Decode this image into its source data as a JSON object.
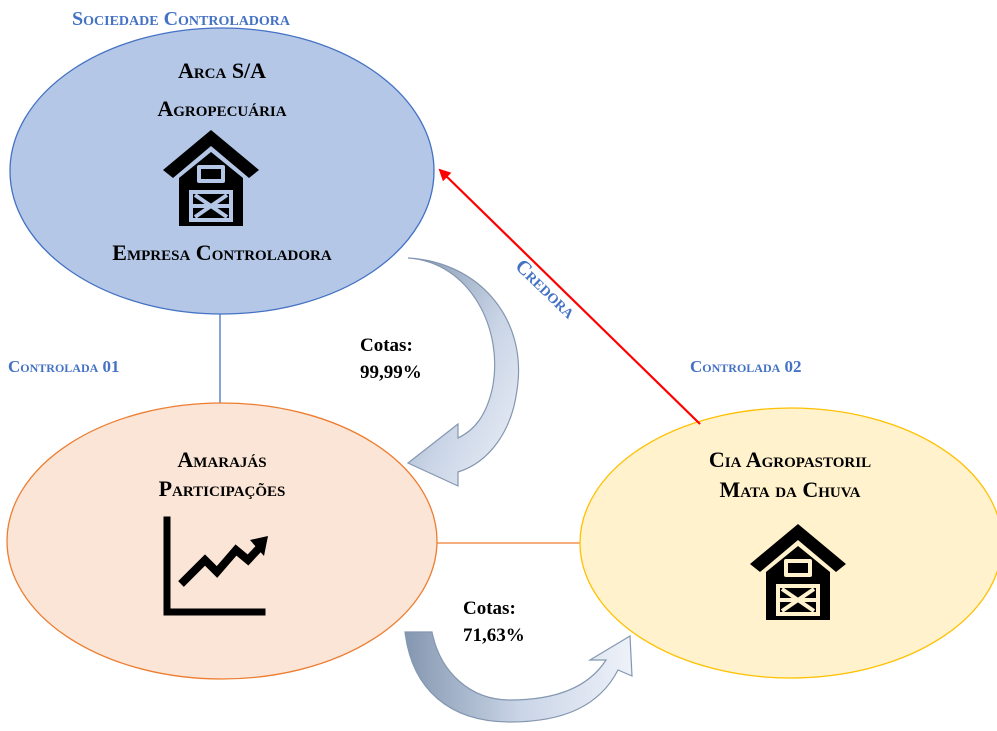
{
  "header": {
    "title": "Sociedade Controladora"
  },
  "nodes": {
    "arca": {
      "name_line1": "Arca S/A",
      "name_line2": "Agropecuária",
      "role": "Empresa Controladora",
      "icon": "barn-icon",
      "fill": "#b4c7e7",
      "stroke": "#4472c4"
    },
    "amarajas": {
      "group_label": "Controlada 01",
      "name_line1": "Amarajás",
      "name_line2": "Participações",
      "icon": "chart-growth-icon",
      "fill": "#fbe5d6",
      "stroke": "#ed7d31"
    },
    "cia": {
      "group_label": "Controlada 02",
      "name_line1": "Cia Agropastoril",
      "name_line2": "Mata da Chuva",
      "icon": "barn-icon",
      "fill": "#fff2cc",
      "stroke": "#ffc000"
    }
  },
  "edges": {
    "arca_to_amarajas": {
      "label_line1": "Cotas:",
      "label_line2": "99,99%"
    },
    "amarajas_to_cia": {
      "label_line1": "Cotas:",
      "label_line2": "71,63%"
    },
    "cia_to_arca": {
      "label": "Credora",
      "color": "#ff0000"
    }
  },
  "colors": {
    "accent_blue": "#4472c4",
    "arrow_fill": "#dae3f3",
    "arrow_shadow": "#8497b0"
  }
}
